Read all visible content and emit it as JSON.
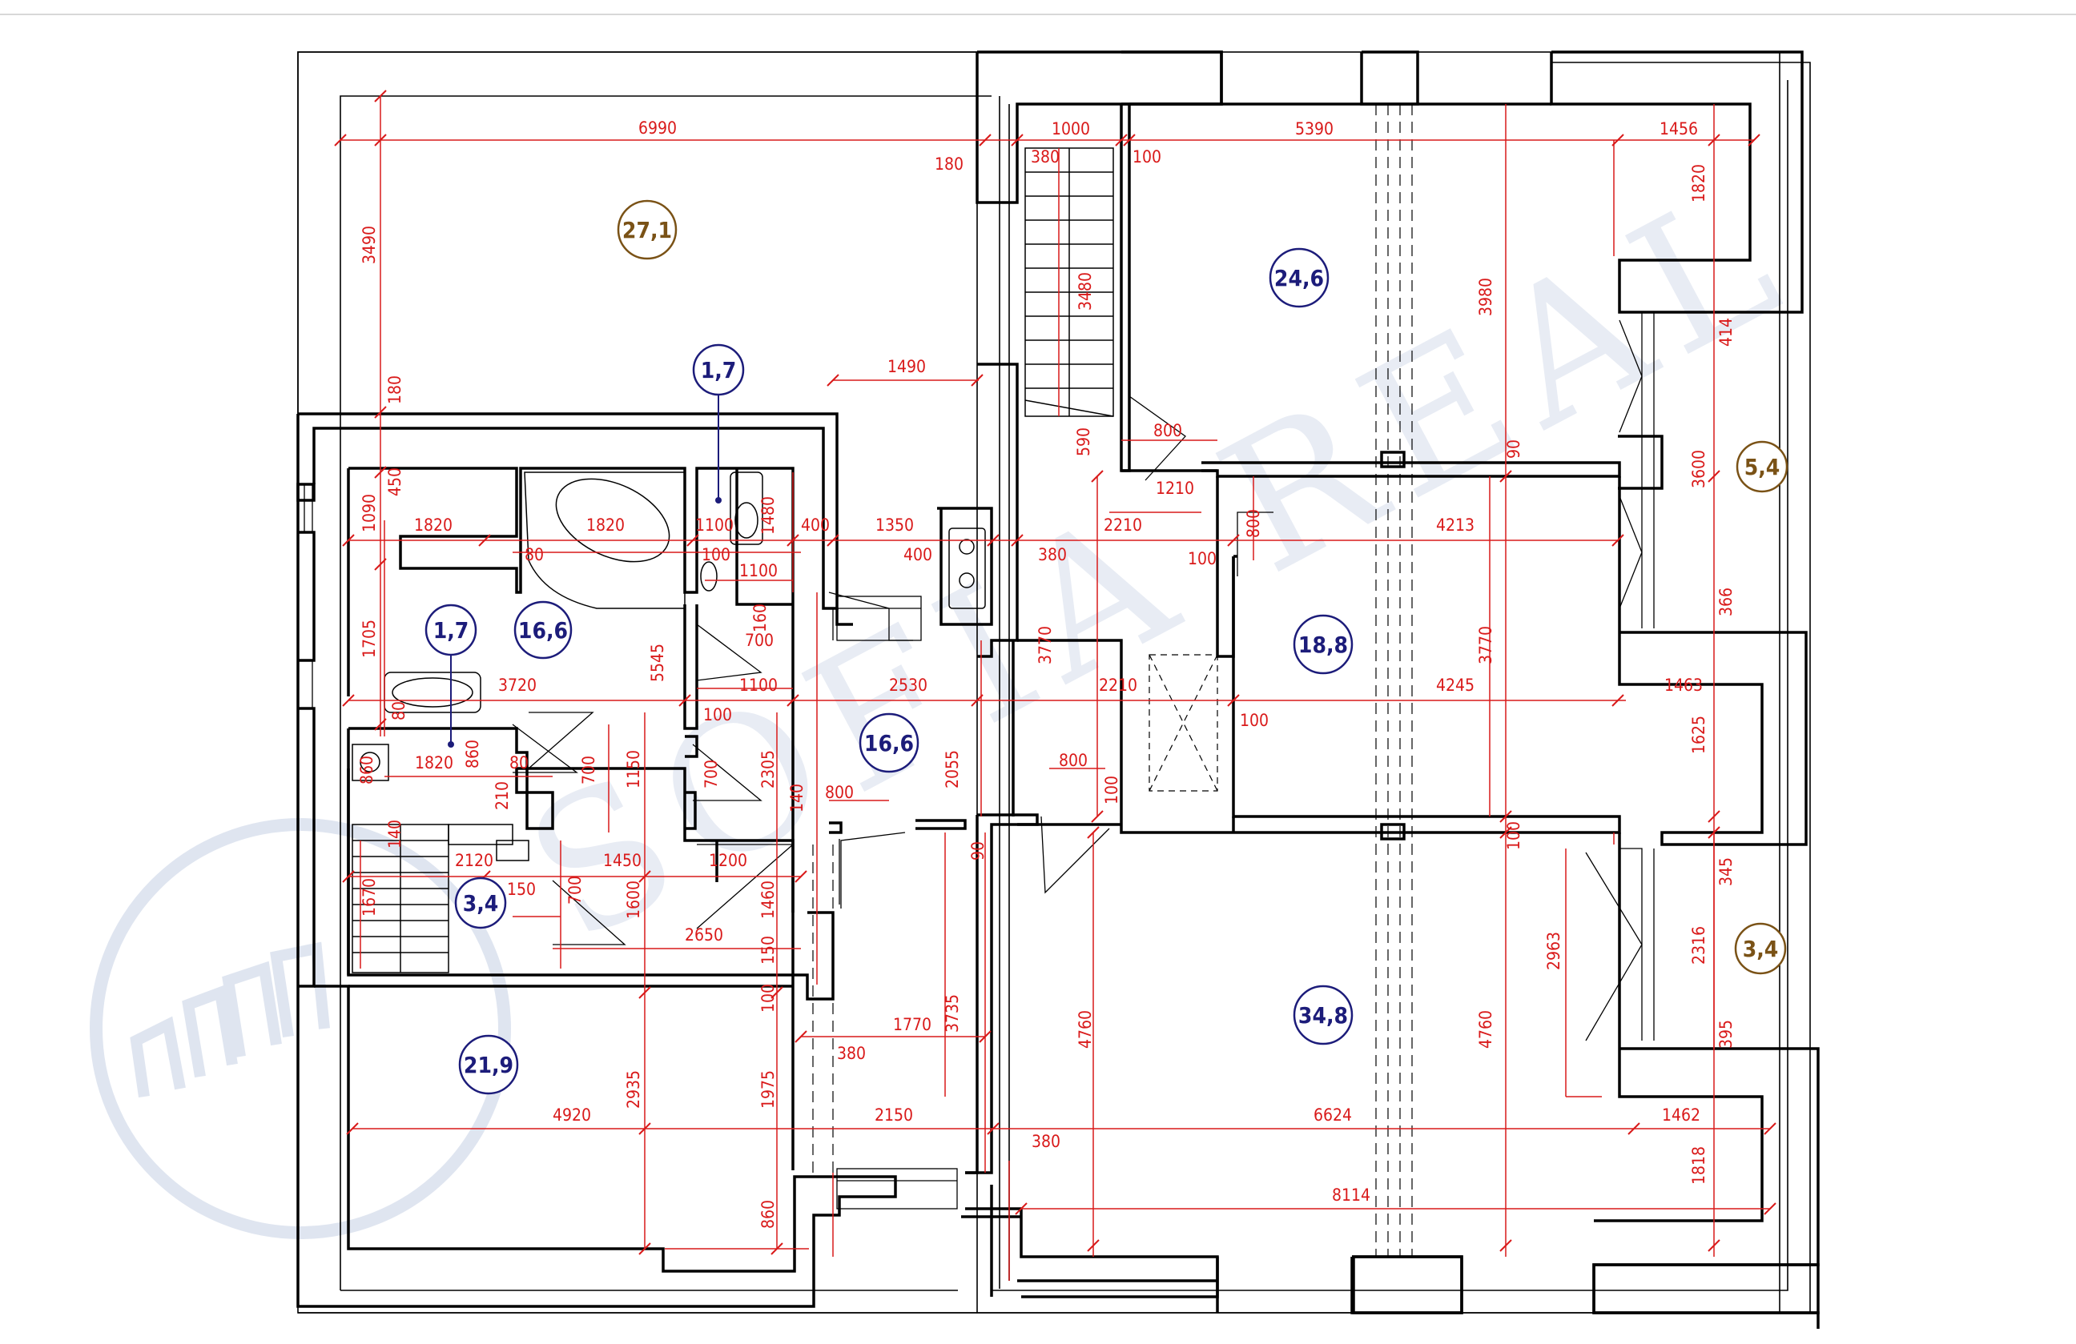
{
  "watermark": {
    "text": "SOFIA REAL"
  },
  "colors": {
    "wall": "#000000",
    "dimension": "#d91a1a",
    "room_label": "#1c1c7a",
    "balcony_label": "#7a5216",
    "watermark": "#c4cfe3"
  },
  "rooms": {
    "a27": "27,1",
    "a246": "24,6",
    "a17a": "1,7",
    "a54": "5,4",
    "a166a": "16,6",
    "a17b": "1,7",
    "a188": "18,8",
    "a166b": "16,6",
    "a34a": "3,4",
    "a348": "34,8",
    "a34b": "3,4",
    "a219": "21,9"
  },
  "dims": {
    "d6990": "6990",
    "d180a": "180",
    "d1000": "1000",
    "d380a": "380",
    "d100a": "100",
    "d5390": "5390",
    "d1456": "1456",
    "d1820a": "1820",
    "d3490": "3490",
    "d3480": "3480",
    "d3980": "3980",
    "d414": "414",
    "d180b": "180",
    "d1490": "1490",
    "d800a": "800",
    "d590": "590",
    "d1210": "1210",
    "d90a": "90",
    "d3600": "3600",
    "d1090": "1090",
    "d450": "450",
    "d1820b": "1820",
    "d1820c": "1820",
    "d80a": "80",
    "d1100a": "1100",
    "d1480": "1480",
    "d400a": "400",
    "d1350": "1350",
    "d100b": "100",
    "d1100b": "1100",
    "d400b": "400",
    "d380b": "380",
    "d2210a": "2210",
    "d100c": "100",
    "d800b": "800",
    "d4213": "4213",
    "d366": "366",
    "d160": "160",
    "d700a": "700",
    "d1705": "1705",
    "d5545": "5545",
    "d3770a": "3770",
    "d3770b": "3770",
    "d3720": "3720",
    "d1100c": "1100",
    "d2530": "2530",
    "d2210b": "2210",
    "d4245": "4245",
    "d1463": "1463",
    "d80b": "80",
    "d100d": "100",
    "d100e": "100",
    "d860a": "860",
    "d1820d": "1820",
    "d860b": "860",
    "d80c": "80",
    "d700b": "700",
    "d1150": "1150",
    "d700c": "700",
    "d2305": "2305",
    "d2055": "2055",
    "d1625": "1625",
    "d210": "210",
    "d800c": "800",
    "d140a": "140",
    "d800d": "800",
    "d100f": "100",
    "d140b": "140",
    "d90b": "90",
    "d100g": "100",
    "d345": "345",
    "d2120": "2120",
    "d1450": "1450",
    "d1200": "1200",
    "d1670": "1670",
    "d150a": "150",
    "d700d": "700",
    "d1600": "1600",
    "d1460": "1460",
    "d2963": "2963",
    "d2316": "2316",
    "d2650": "2650",
    "d150b": "150",
    "d100h": "100",
    "d3735": "3735",
    "d1770": "1770",
    "d380c": "380",
    "d4760a": "4760",
    "d4760b": "4760",
    "d395": "395",
    "d2935": "2935",
    "d1975": "1975",
    "d4920": "4920",
    "d2150": "2150",
    "d380d": "380",
    "d6624": "6624",
    "d1462": "1462",
    "d1818": "1818",
    "d860c": "860",
    "d8114": "8114"
  }
}
